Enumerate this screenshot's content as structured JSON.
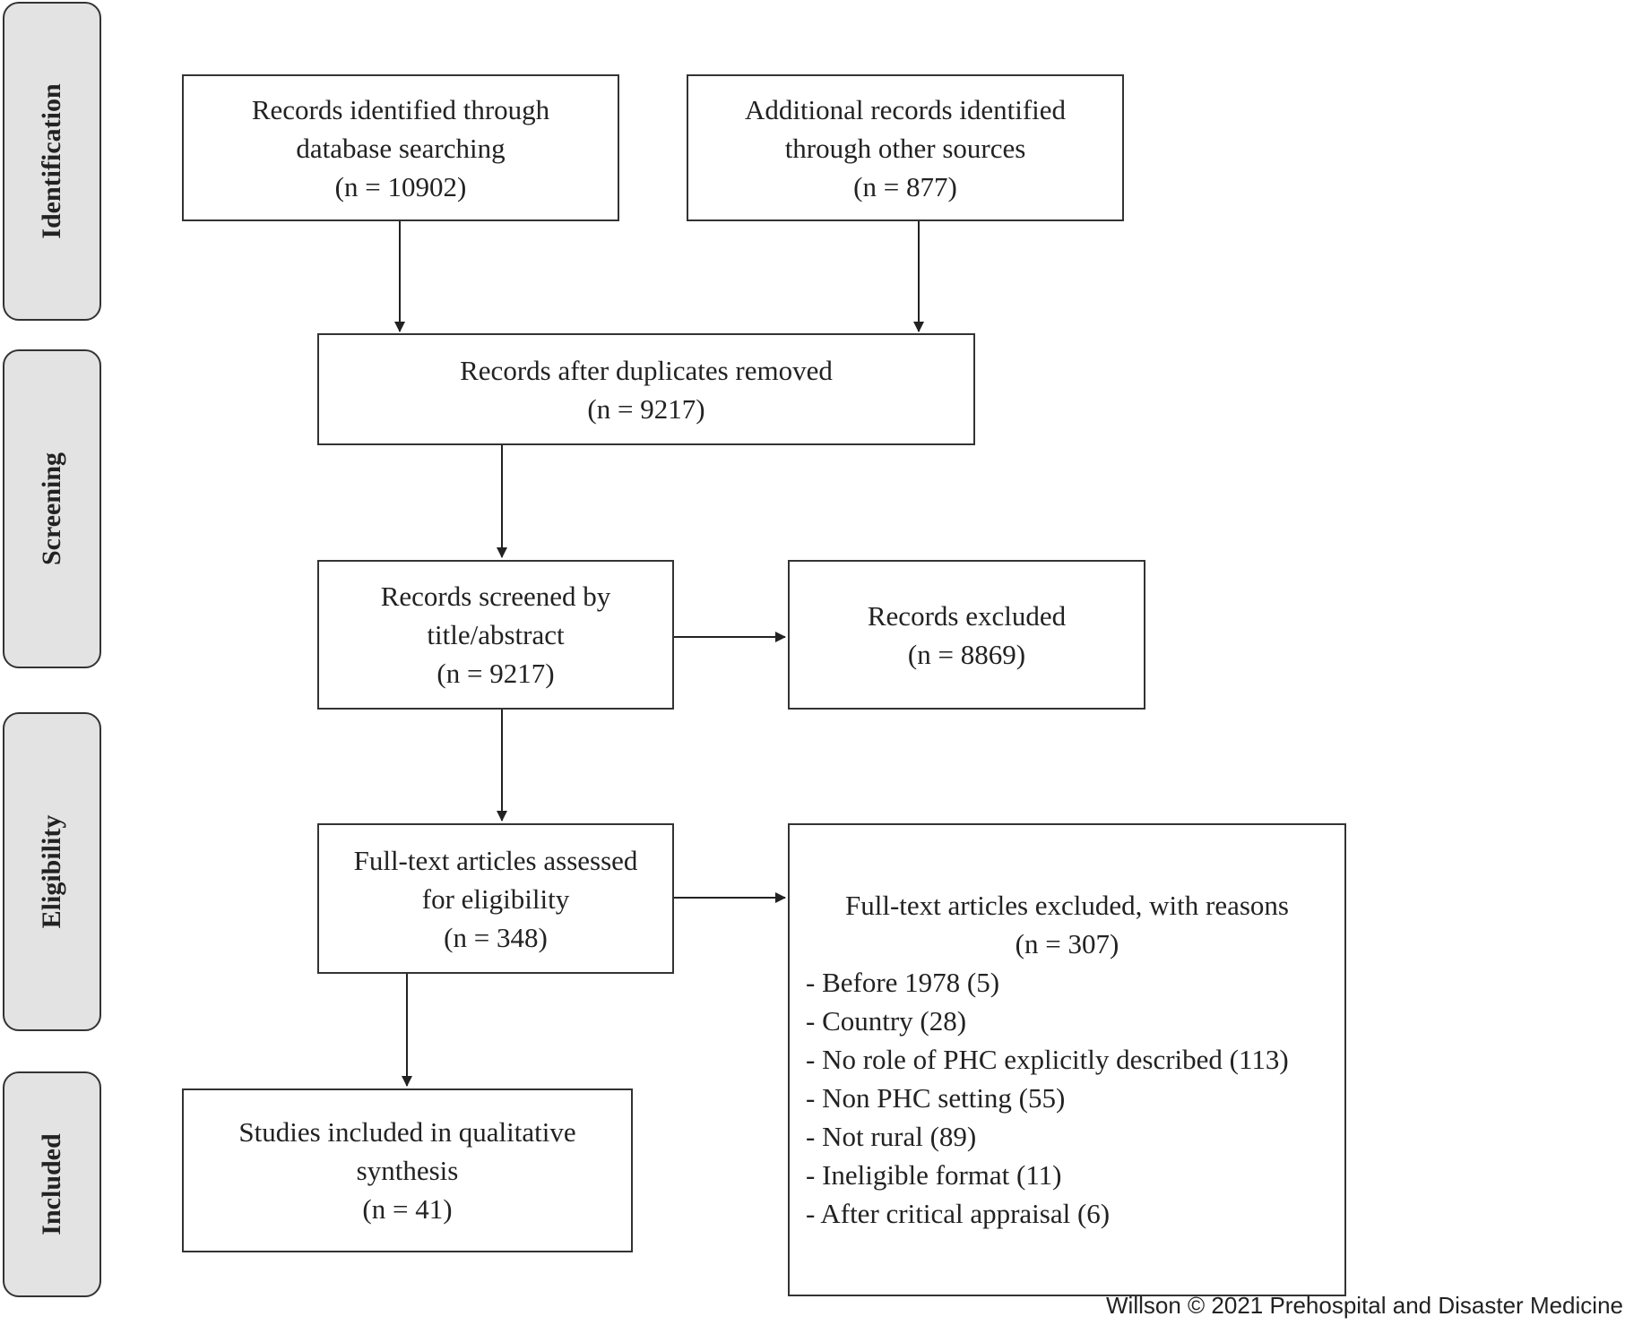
{
  "phases": {
    "identification": "Identification",
    "screening": "Screening",
    "eligibility": "Eligibility",
    "included": "Included"
  },
  "boxes": {
    "database": {
      "line1": "Records identified through",
      "line2": "database searching",
      "count": "(n = 10902)"
    },
    "other_sources": {
      "line1": "Additional records identified",
      "line2": "through other sources",
      "count": "(n = 877)"
    },
    "duplicates_removed": {
      "line1": "Records after duplicates removed",
      "count": "(n = 9217)"
    },
    "screened": {
      "line1": "Records screened by",
      "line2": "title/abstract",
      "count": "(n = 9217)"
    },
    "excluded": {
      "line1": "Records excluded",
      "count": "(n = 8869)"
    },
    "full_text": {
      "line1": "Full-text articles assessed",
      "line2": "for eligibility",
      "count": "(n = 348)"
    },
    "full_text_excluded": {
      "line1": "Full-text articles excluded, with reasons",
      "count": "(n = 307)",
      "reasons": [
        "- Before 1978 (5)",
        "- Country (28)",
        "- No role of PHC explicitly described (113)",
        "- Non PHC setting (55)",
        "- Not rural (89)",
        "- Ineligible format (11)",
        "- After critical appraisal (6)"
      ]
    },
    "included": {
      "line1": "Studies included in qualitative",
      "line2": "synthesis",
      "count": "(n = 41)"
    }
  },
  "credit": "Willson © 2021 Prehospital and Disaster Medicine",
  "colors": {
    "phase_fill": "#e3e3e3",
    "stroke": "#333333",
    "text": "#222222"
  }
}
